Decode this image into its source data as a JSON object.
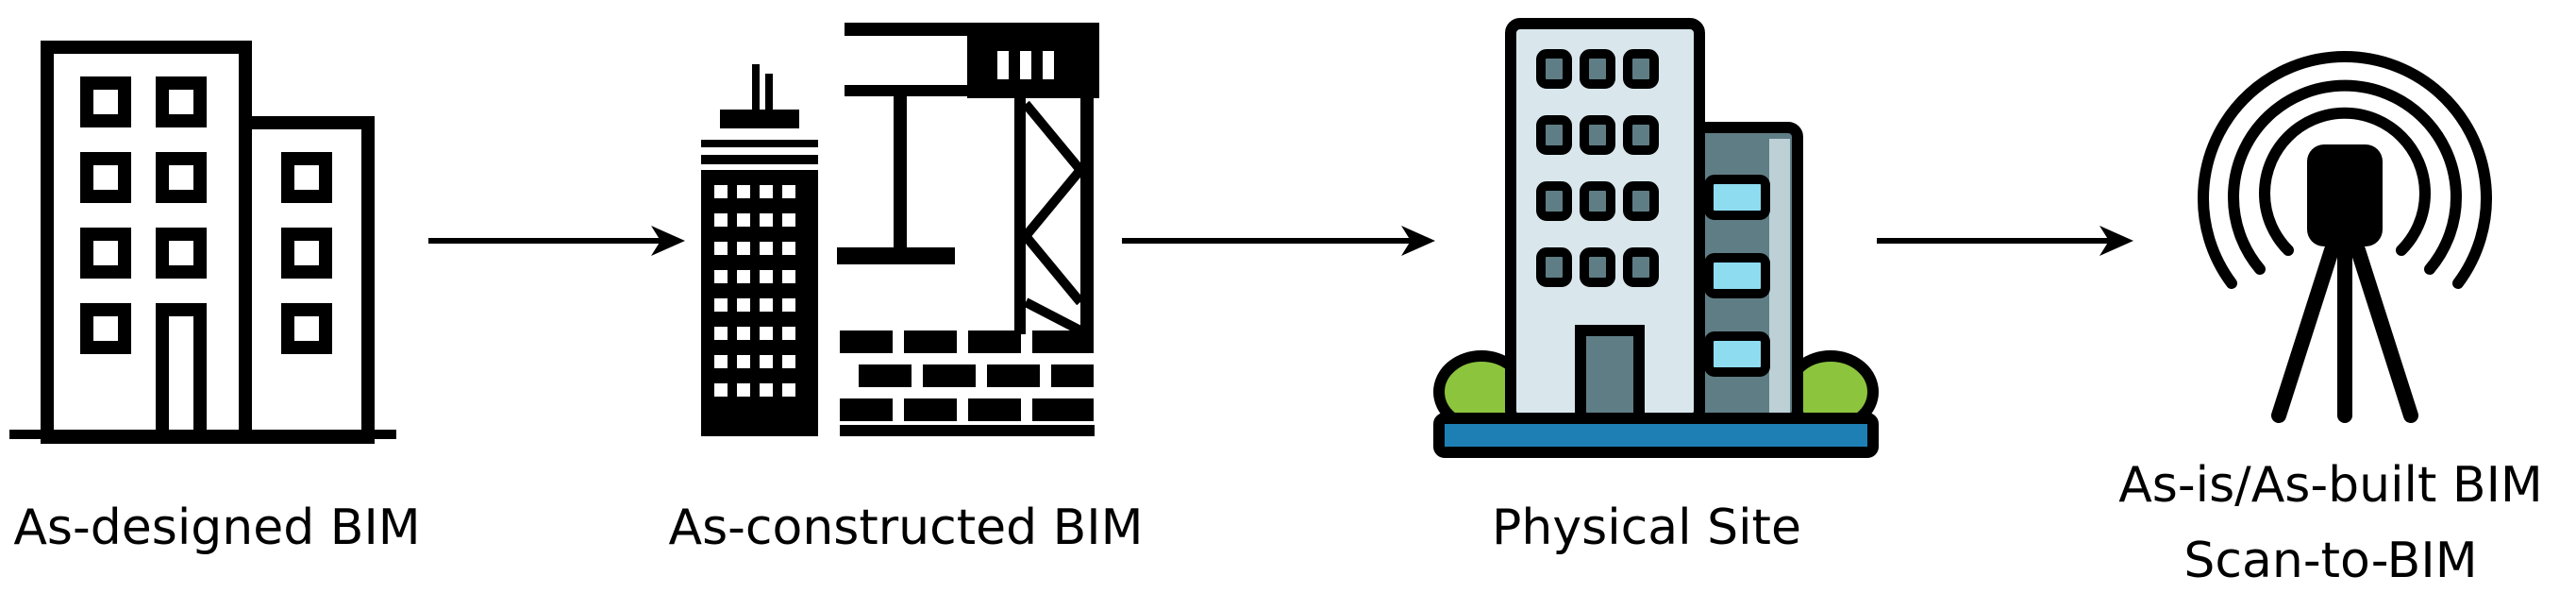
{
  "stages": [
    {
      "label": "As-designed BIM"
    },
    {
      "label": "As-constructed BIM"
    },
    {
      "label": "Physical Site"
    },
    {
      "label": "As-is/As-built BIM",
      "sublabel": "Scan-to-BIM"
    }
  ],
  "colors": {
    "stroke": "#000000",
    "building_light": "#d9e7ec",
    "building_dark": "#5f7d85",
    "window_glass": "#8ddcf0",
    "bush": "#8cc43d",
    "ground": "#1e7fb5"
  },
  "icons": [
    "office-building-outline-icon",
    "construction-site-icon",
    "office-building-color-icon",
    "laser-scanner-icon"
  ]
}
